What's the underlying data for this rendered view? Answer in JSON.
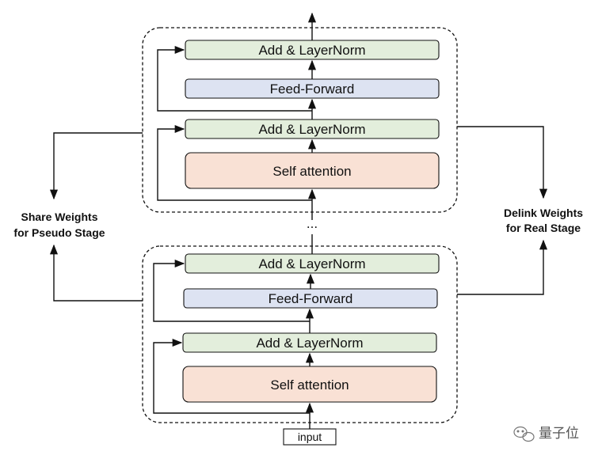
{
  "diagram": {
    "upper_block": {
      "add_norm_top": "Add & LayerNorm",
      "feed_forward": "Feed-Forward",
      "add_norm_bottom": "Add & LayerNorm",
      "self_attention": "Self attention"
    },
    "lower_block": {
      "add_norm_top": "Add & LayerNorm",
      "feed_forward": "Feed-Forward",
      "add_norm_bottom": "Add & LayerNorm",
      "self_attention": "Self attention"
    },
    "ellipsis": "...",
    "left_label": [
      "Share Weights",
      "for Pseudo Stage"
    ],
    "right_label": [
      "Delink Weights",
      "for Real Stage"
    ],
    "input_label": "input",
    "watermark": "量子位",
    "colors": {
      "add_norm_fill": "#e3eedc",
      "feed_forward_fill": "#dde3f2",
      "self_attention_fill": "#f9e1d5",
      "stroke": "#111111"
    }
  }
}
